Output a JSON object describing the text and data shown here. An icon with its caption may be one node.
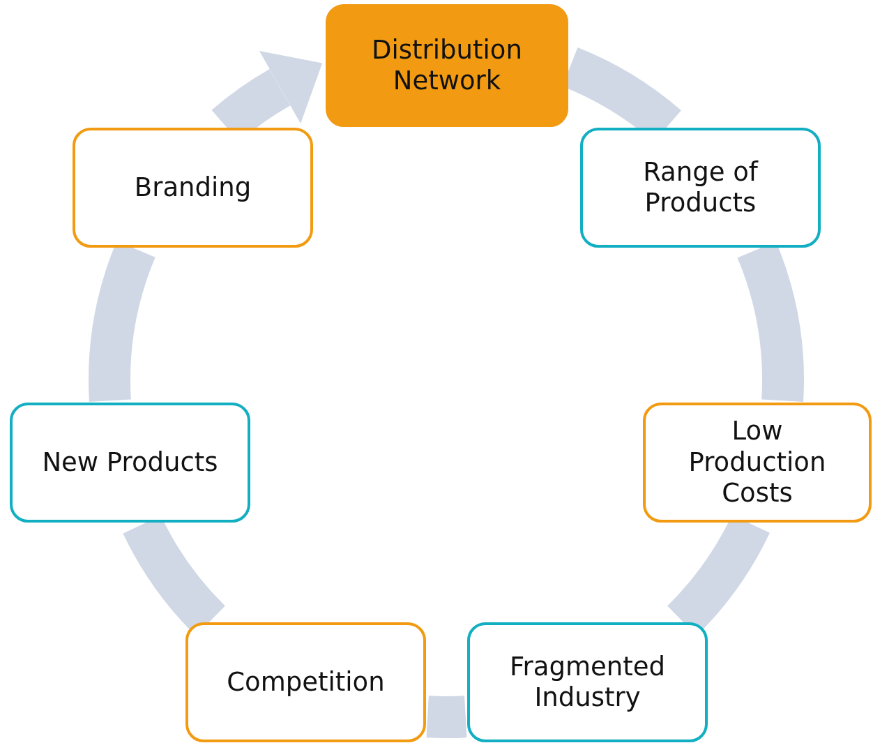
{
  "diagram": {
    "nodes": [
      {
        "text": [
          "Distribution Network"
        ]
      },
      {
        "text": [
          "Range of Products"
        ]
      },
      {
        "text": [
          "Low Production Costs"
        ]
      },
      {
        "text": [
          "Fragmented Industry"
        ]
      },
      {
        "text": [
          "Competition"
        ]
      },
      {
        "text": [
          "New Products"
        ]
      },
      {
        "text": [
          "Branding"
        ]
      }
    ],
    "edges": [
      {
        "from": 0,
        "to": 1,
        "arrow": "none"
      },
      {
        "from": 1,
        "to": 2,
        "arrow": "none"
      },
      {
        "from": 2,
        "to": 3,
        "arrow": "none"
      },
      {
        "from": 3,
        "to": 4,
        "arrow": "none"
      },
      {
        "from": 4,
        "to": 5,
        "arrow": "none"
      },
      {
        "from": 5,
        "to": 6,
        "arrow": "none"
      },
      {
        "from": 6,
        "to": 0,
        "arrow": "to"
      }
    ]
  }
}
